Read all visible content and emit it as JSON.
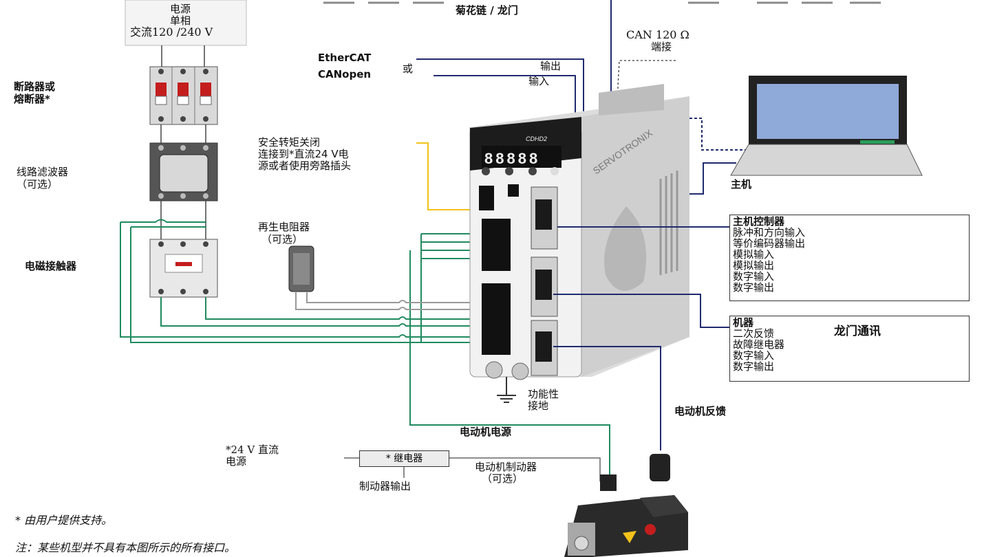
{
  "power": {
    "title": "电源",
    "line2": "单相",
    "line3": "交流120 /240 V"
  },
  "breaker": {
    "line1": "断路器或",
    "line2": "熔断器*"
  },
  "filter": {
    "line1": "线路滤波器",
    "line2": "（可选）"
  },
  "contactor": {
    "label": "电磁接触器"
  },
  "daisy": {
    "label": "菊花链 / 龙门"
  },
  "can": {
    "line1": "CAN 120 Ω",
    "line2": "端接"
  },
  "fieldbus": {
    "ethercat": "EtherCAT",
    "or": "或",
    "canopen": "CANopen",
    "output": "输出",
    "input": "输入"
  },
  "sto": {
    "line1": "安全转矩关闭",
    "line2": "连接到*直流24 V电",
    "line3": "源或者使用旁路插头"
  },
  "regen": {
    "line1": "再生电阻器",
    "line2": "（可选）"
  },
  "host": {
    "label": "主机"
  },
  "drive": {
    "display": "88888",
    "model": "CDHD2",
    "brand": "SERVOTRONIX"
  },
  "controller_box": {
    "items": [
      "主机控制器",
      "脉冲和方向输入",
      "等价编码器输出",
      "模拟输入",
      "模拟输出",
      "数字输入",
      "数字输出"
    ]
  },
  "machine_box": {
    "items": [
      "机器",
      "二次反馈",
      "故障继电器",
      "数字输入",
      "数字输出"
    ],
    "gantry": "龙门通讯"
  },
  "ground": {
    "line1": "功能性",
    "line2": "接地"
  },
  "motor_feedback": {
    "label": "电动机反馈"
  },
  "motor_power": {
    "label": "电动机电源"
  },
  "dc24": {
    "line1": "*24 V 直流",
    "line2": "电源"
  },
  "relay": {
    "label": "* 继电器"
  },
  "brake_output": {
    "label": "制动器输出"
  },
  "motor_brake": {
    "line1": "电动机制动器",
    "line2": "（可选）"
  },
  "notes": {
    "note1": "* 由用户提供支持。",
    "note2": "注：某些机型并不具有本图所示的所有接口。"
  },
  "colors": {
    "green": "#1f8a5e",
    "navy": "#1f2a6e",
    "yellow": "#f2c21b",
    "gray": "#8c8c8c",
    "dash": "#7a7a7a"
  }
}
